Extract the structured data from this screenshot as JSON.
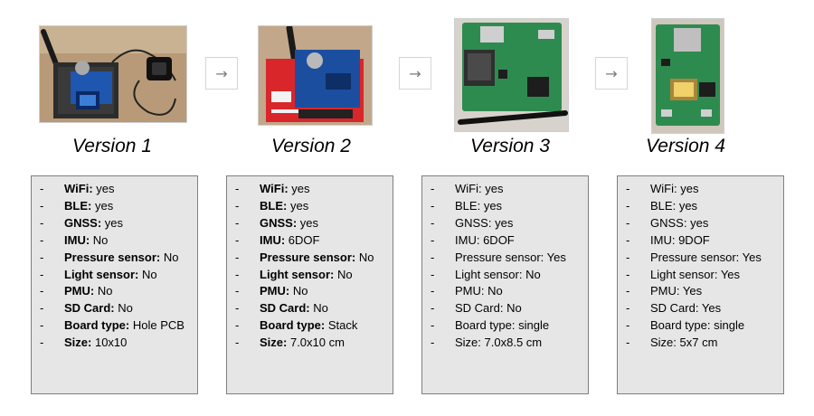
{
  "versions": [
    {
      "title": "Version 1",
      "photo": "gps-board-with-antenna-photo",
      "specs": [
        {
          "key": "WiFi:",
          "value": "yes"
        },
        {
          "key": "BLE:",
          "value": "yes"
        },
        {
          "key": "GNSS:",
          "value": "yes"
        },
        {
          "key": "IMU:",
          "value": "No"
        },
        {
          "key": "Pressure sensor:",
          "value": "No"
        },
        {
          "key": "Light sensor:",
          "value": "No"
        },
        {
          "key": "PMU:",
          "value": "No"
        },
        {
          "key": "SD Card:",
          "value": "No"
        },
        {
          "key": "Board type:",
          "value": "Hole PCB"
        },
        {
          "key": "Size:",
          "value": "10x10"
        }
      ]
    },
    {
      "title": "Version 2",
      "photo": "stacked-red-board-photo",
      "specs": [
        {
          "key": "WiFi:",
          "value": "yes"
        },
        {
          "key": "BLE:",
          "value": "yes"
        },
        {
          "key": "GNSS:",
          "value": "yes"
        },
        {
          "key": "IMU:",
          "value": "6DOF"
        },
        {
          "key": "Pressure sensor:",
          "value": "No"
        },
        {
          "key": "Light sensor:",
          "value": "No"
        },
        {
          "key": "PMU:",
          "value": "No"
        },
        {
          "key": "SD Card:",
          "value": "No"
        },
        {
          "key": "Board type:",
          "value": "Stack"
        },
        {
          "key": "Size:",
          "value": "7.0x10 cm"
        }
      ]
    },
    {
      "title": "Version 3",
      "photo": "green-single-board-photo",
      "specs": [
        {
          "key": "WiFi:",
          "value": "yes"
        },
        {
          "key": "BLE:",
          "value": "yes"
        },
        {
          "key": "GNSS:",
          "value": "yes"
        },
        {
          "key": "IMU:",
          "value": "6DOF"
        },
        {
          "key": "Pressure sensor:",
          "value": "Yes"
        },
        {
          "key": "Light sensor:",
          "value": "No"
        },
        {
          "key": "PMU:",
          "value": "No"
        },
        {
          "key": "SD Card:",
          "value": "No"
        },
        {
          "key": "Board type:",
          "value": "single"
        },
        {
          "key": "Size:",
          "value": "7.0x8.5 cm"
        }
      ]
    },
    {
      "title": "Version 4",
      "photo": "small-green-board-photo",
      "specs": [
        {
          "key": "WiFi:",
          "value": "yes"
        },
        {
          "key": "BLE:",
          "value": "yes"
        },
        {
          "key": "GNSS:",
          "value": "yes"
        },
        {
          "key": "IMU:",
          "value": "9DOF"
        },
        {
          "key": "Pressure sensor:",
          "value": "Yes"
        },
        {
          "key": "Light sensor:",
          "value": "Yes"
        },
        {
          "key": "PMU:",
          "value": "Yes"
        },
        {
          "key": "SD Card:",
          "value": "Yes"
        },
        {
          "key": "Board type:",
          "value": "single"
        },
        {
          "key": "Size:",
          "value": "5x7 cm"
        }
      ]
    }
  ],
  "bullet": "-",
  "arrow_glyph": "→",
  "colors": {
    "spec_box_bg": "#e7e6e6",
    "spec_box_border": "#7f7f7f",
    "board_green": "#2e8b4f",
    "board_red": "#d9262b",
    "board_blue": "#1c4ea0"
  }
}
